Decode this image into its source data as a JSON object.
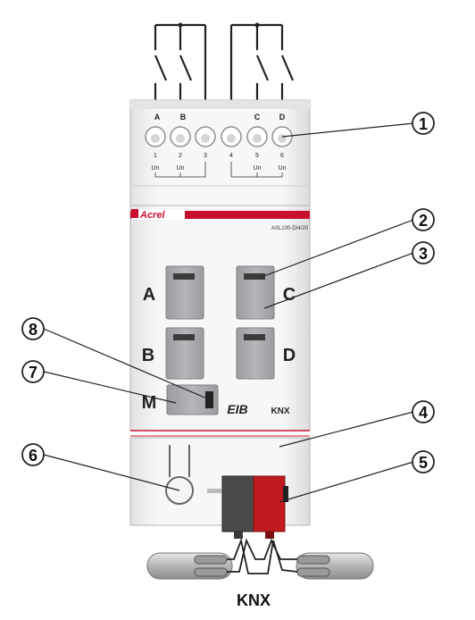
{
  "device": {
    "brand": "Acrel",
    "model": "ASL100-DI4/20",
    "top_terminal_letters": [
      "A",
      "B",
      "C",
      "D"
    ],
    "terminal_numbers": [
      "1",
      "2",
      "3",
      "4",
      "5",
      "6"
    ],
    "un_labels": [
      "Un",
      "Un",
      "Un",
      "Un"
    ],
    "button_labels": [
      "A",
      "B",
      "C",
      "D"
    ],
    "manual_label": "M",
    "cert_mark": "EIB",
    "knx_mark": "KNX",
    "bus_label": "KNX"
  },
  "callouts": [
    "1",
    "2",
    "3",
    "4",
    "5",
    "6",
    "7",
    "8"
  ],
  "colors": {
    "brand_red": "#c8102e",
    "bus_red": "#c0191e",
    "body_light": "#f1f1f1",
    "button_grey": "#a7a9ac"
  }
}
